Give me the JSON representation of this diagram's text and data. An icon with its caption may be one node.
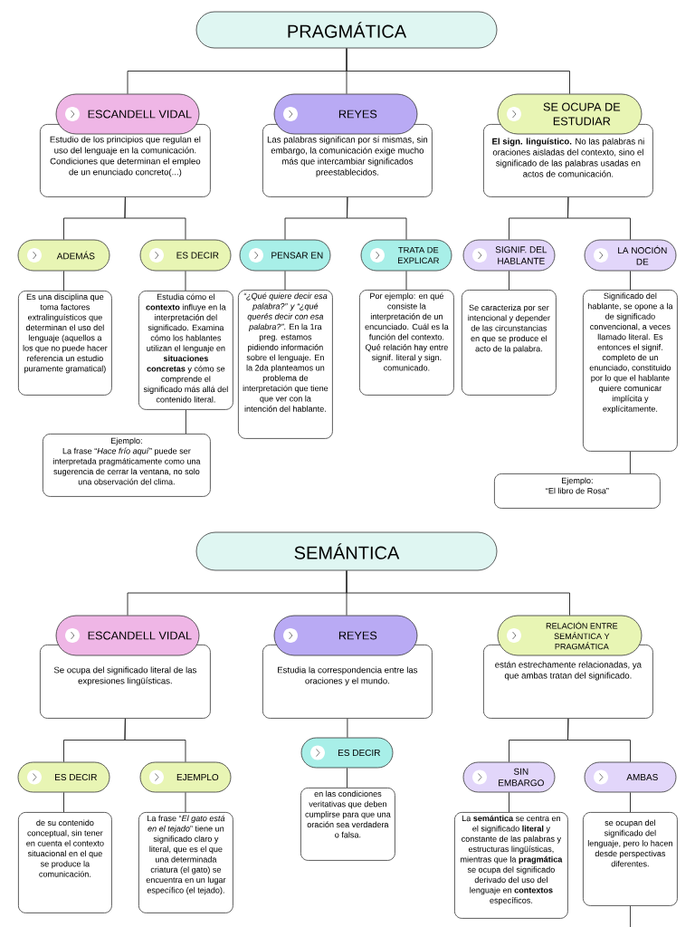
{
  "diagram": {
    "nodes": [
      {
        "text": [
          "PRAGMÁTICA"
        ]
      },
      {
        "text": [
          "ESCANDELL VIDAL"
        ]
      },
      {
        "text": [
          "Estudio de los principios que regulan el uso del lenguaje en la comunicación. Condiciones que determinan el empleo de un enunciado concreto(...)"
        ]
      },
      {
        "text": [
          "REYES"
        ]
      },
      {
        "text": [
          "Las palabras significan por sí mismas, sin embargo, la comunicación exige mucho más que intercambiar significados preestablecidos."
        ]
      },
      {
        "text": [
          "SE OCUPA DE ESTUDIAR"
        ]
      },
      {
        "text": [
          "**El sign. linguístico.** No las palabras ni oraciones aisladas del contexto, sino el significado de las palabras usadas en actos de comunicación."
        ]
      },
      {
        "text": [
          "ADEMÁS"
        ]
      },
      {
        "text": [
          "Es una disciplina que toma factores extralinguísticos que determinan el uso del lenguaje (aquellos a los que no puede hacer referencia un estudio puramente gramatical)"
        ]
      },
      {
        "text": [
          "ES DECIR"
        ]
      },
      {
        "text": [
          "Estudia cómo el **contexto** influye en la interpretación del significado. Examina cómo los hablantes utilizan el lenguaje en **situaciones concretas** y cómo se comprende el significado más allá del contenido literal."
        ]
      },
      {
        "text": [
          "Ejemplo:",
          "La frase “*Hace frío aquí*” puede ser interpretada pragmáticamente como una sugerencia de cerrar la ventana, no solo una observación del clima."
        ]
      },
      {
        "text": [
          "PENSAR EN"
        ]
      },
      {
        "text": [
          "*“¿Qué quiere decir esa palabra?” y “¿qué querés decir con esa palabra?”*. En la 1ra preg. estamos pidiendo información sobre el lenguaje. En la 2da planteamos un problema de interpretación que tiene que ver con la intención del hablante."
        ]
      },
      {
        "text": [
          "TRATA DE EXPLICAR"
        ]
      },
      {
        "text": [
          "Por ejemplo: en qué consiste la interpretación de un encunciado. Cuál es la función del contexto. Qué relación hay entre signif. literal y sign. comunicado."
        ]
      },
      {
        "text": [
          "SIGNIF. DEL HABLANTE"
        ]
      },
      {
        "text": [
          "Se caracteriza por ser intencional y depender de las circunstancias en que se produce el acto de la palabra."
        ]
      },
      {
        "text": [
          "LA NOCIÓN DE"
        ]
      },
      {
        "text": [
          "Significado del hablante, se opone a la de significado convencional, a veces llamado literal. Es entonces el signif. completo de un enunciado, constituido por lo que el hablante quiere comunicar implícita y explícitamente."
        ]
      },
      {
        "text": [
          "Ejemplo:",
          "“El libro de Rosa”"
        ]
      },
      {
        "text": [
          "SEMÁNTICA"
        ]
      },
      {
        "text": [
          "ESCANDELL VIDAL"
        ]
      },
      {
        "text": [
          "Se ocupa del significado literal de las expresiones lingüísticas."
        ]
      },
      {
        "text": [
          "REYES"
        ]
      },
      {
        "text": [
          "Estudia la correspondencia entre las oraciones y el mundo."
        ]
      },
      {
        "text": [
          "RELACIÓN ENTRE SEMÁNTICA Y PRAGMÁTICA"
        ]
      },
      {
        "text": [
          "están estrechamente relacionadas, ya que ambas tratan del significado."
        ]
      },
      {
        "text": [
          "ES DECIR"
        ]
      },
      {
        "text": [
          "de su contenido conceptual, sin tener en cuenta el contexto situacional en el que se produce la comunicación."
        ]
      },
      {
        "text": [
          "EJEMPLO"
        ]
      },
      {
        "text": [
          "La frase “*El gato está en el tejado*” tiene un significado claro y literal, que es el que una determinada criatura (el gato) se encuentra en un lugar específico (el tejado)."
        ]
      },
      {
        "text": [
          "ES DECIR"
        ]
      },
      {
        "text": [
          "en las condiciones veritativas que deben cumplirse para que una oración sea verdadera o falsa."
        ]
      },
      {
        "text": [
          "SIN EMBARGO"
        ]
      },
      {
        "text": [
          "La **semántica** se centra en el significado **literal** y constante de las palabras y estructuras lingüísticas, mientras que la **pragmática** se ocupa del significado derivado del uso del lenguaje en **contextos** específicos."
        ]
      },
      {
        "text": [
          "AMBAS"
        ]
      },
      {
        "text": [
          "se ocupan del significado del lenguaje, pero lo hacen desde perspectivas diferentes."
        ]
      }
    ],
    "edges": [
      {
        "from": 0,
        "to": 1,
        "arrow": "none"
      },
      {
        "from": 0,
        "to": 3,
        "arrow": "none"
      },
      {
        "from": 0,
        "to": 5,
        "arrow": "none"
      },
      {
        "from": 2,
        "to": 7,
        "arrow": "none"
      },
      {
        "from": 2,
        "to": 9,
        "arrow": "none"
      },
      {
        "from": 7,
        "to": 8,
        "arrow": "none"
      },
      {
        "from": 9,
        "to": 10,
        "arrow": "none"
      },
      {
        "from": 10,
        "to": 11,
        "arrow": "none"
      },
      {
        "from": 4,
        "to": 12,
        "arrow": "none"
      },
      {
        "from": 4,
        "to": 14,
        "arrow": "none"
      },
      {
        "from": 12,
        "to": 13,
        "arrow": "none"
      },
      {
        "from": 14,
        "to": 15,
        "arrow": "none"
      },
      {
        "from": 6,
        "to": 16,
        "arrow": "none"
      },
      {
        "from": 6,
        "to": 18,
        "arrow": "none"
      },
      {
        "from": 16,
        "to": 17,
        "arrow": "none"
      },
      {
        "from": 18,
        "to": 19,
        "arrow": "none"
      },
      {
        "from": 19,
        "to": 20,
        "arrow": "none"
      },
      {
        "from": 21,
        "to": 22,
        "arrow": "none"
      },
      {
        "from": 21,
        "to": 24,
        "arrow": "none"
      },
      {
        "from": 21,
        "to": 26,
        "arrow": "none"
      },
      {
        "from": 23,
        "to": 28,
        "arrow": "none"
      },
      {
        "from": 23,
        "to": 30,
        "arrow": "none"
      },
      {
        "from": 28,
        "to": 29,
        "arrow": "none"
      },
      {
        "from": 30,
        "to": 31,
        "arrow": "none"
      },
      {
        "from": 25,
        "to": 32,
        "arrow": "none"
      },
      {
        "from": 32,
        "to": 33,
        "arrow": "none"
      },
      {
        "from": 27,
        "to": 34,
        "arrow": "none"
      },
      {
        "from": 27,
        "to": 36,
        "arrow": "none"
      },
      {
        "from": 34,
        "to": 35,
        "arrow": "none"
      },
      {
        "from": 36,
        "to": 37,
        "arrow": "none"
      },
      {
        "from": 37,
        "to": null,
        "arrow": "none"
      }
    ]
  }
}
